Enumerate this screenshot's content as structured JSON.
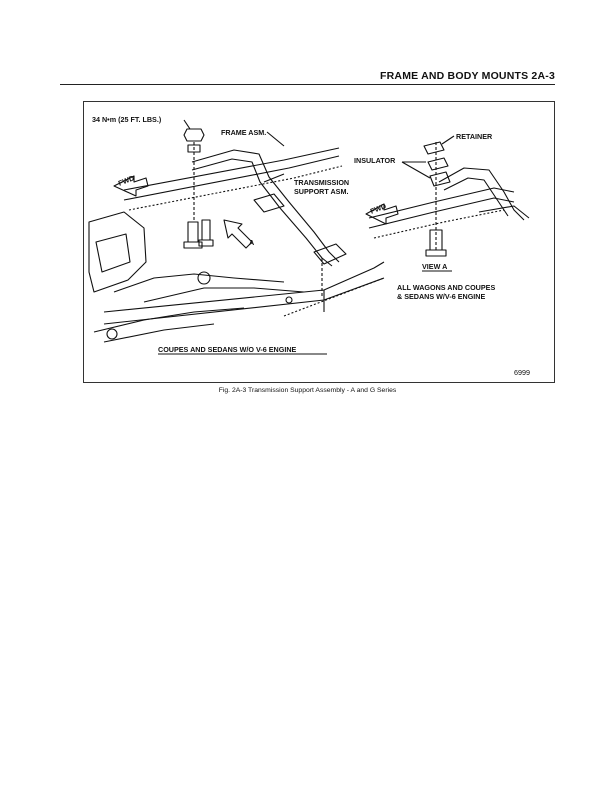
{
  "header": {
    "title": "FRAME AND BODY MOUNTS  2A-3"
  },
  "figure": {
    "labels": {
      "torque": "34 N•m (25 FT. LBS.)",
      "frame_asm": "FRAME ASM.",
      "transmission_support_line1": "TRANSMISSION",
      "transmission_support_line2": "SUPPORT ASM.",
      "retainer": "RETAINER",
      "insulator": "INSULATOR",
      "fwd_left": "FWD",
      "fwd_right": "FWD",
      "view_arrow": "A",
      "view_a": "VIEW A",
      "wagons_line1": "ALL WAGONS AND COUPES",
      "wagons_line2": "& SEDANS W/V-6 ENGINE",
      "coupes": "COUPES AND SEDANS W/O V-6 ENGINE",
      "figure_number": "6999"
    }
  },
  "caption": "Fig. 2A-3 Transmission Support Assembly - A and G Series"
}
